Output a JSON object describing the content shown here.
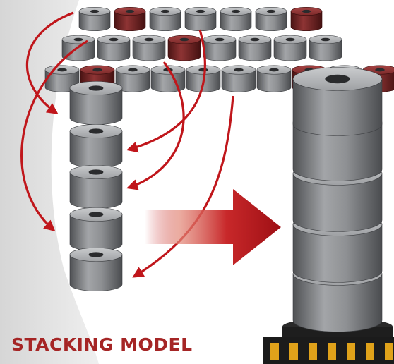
{
  "title": "STACKING MODEL",
  "colors": {
    "background_left": "#e4e4e4",
    "background_right": "#ffffff",
    "cylinder_gray": "#8a8c8f",
    "cylinder_red": "#7d2a2a",
    "arrow_red": "#c0161b",
    "title_color": "#a52525",
    "base_dark": "#1e1e1e",
    "base_gold": "#e0a21a"
  },
  "rows": [
    [
      "gray",
      "red",
      "gray",
      "gray",
      "gray",
      "gray",
      "red"
    ],
    [
      "gray",
      "gray",
      "gray",
      "red",
      "gray",
      "gray",
      "gray",
      "gray"
    ],
    [
      "gray",
      "red",
      "gray",
      "gray",
      "gray",
      "gray",
      "gray",
      "red",
      "gray",
      "red"
    ]
  ],
  "column_pieces": 5,
  "tower_pieces": 5,
  "icons": {
    "curved_arrows": "curved-arrow-icon",
    "big_arrow": "big-arrow-right-icon",
    "base": "gear-base-icon"
  }
}
